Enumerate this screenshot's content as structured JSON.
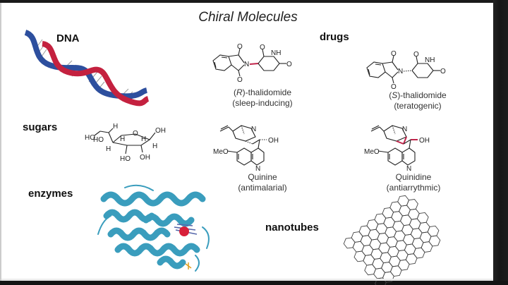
{
  "slide": {
    "title": "Chiral Molecules",
    "sections": {
      "dna": {
        "label": "DNA",
        "colors": {
          "strand_a": "#2d4f9e",
          "strand_b": "#c4213f"
        }
      },
      "drugs": {
        "label": "drugs"
      },
      "sugars": {
        "label": "sugars",
        "atoms": [
          "HO",
          "HO",
          "H",
          "O",
          "OH",
          "H",
          "H",
          "H",
          "HO",
          "OH",
          "H"
        ]
      },
      "enzymes": {
        "label": "enzymes",
        "colors": {
          "ribbon": "#3a9dbd",
          "heme": "#d8203a"
        }
      },
      "nanotubes": {
        "label": "nanotubes"
      }
    },
    "molecules": [
      {
        "id": "r-thalidomide",
        "name_prefix": "(",
        "stereo": "R",
        "name_suffix": ")-thalidomide",
        "note": "(sleep-inducing)",
        "atoms": {
          "o_top": "O",
          "o_bottom": "O",
          "n": "N",
          "nh": "NH",
          "o_ring": "O",
          "o_right": "O"
        }
      },
      {
        "id": "s-thalidomide",
        "name_prefix": "(",
        "stereo": "S",
        "name_suffix": ")-thalidomide",
        "note": "(teratogenic)",
        "atoms": {
          "o_top": "O",
          "o_bottom": "O",
          "n": "N",
          "nh": "NH",
          "o_ring": "O",
          "o_right": "O"
        }
      },
      {
        "id": "quinine",
        "name": "Quinine",
        "note": "(antimalarial)",
        "atoms": {
          "n_bridge": "N",
          "oh": "OH",
          "meo": "MeO",
          "n_ring": "N"
        }
      },
      {
        "id": "quinidine",
        "name": "Quinidine",
        "note": "(antiarrythmic)",
        "atoms": {
          "n_bridge": "N",
          "oh": "OH",
          "meo": "MeO",
          "n_ring": "N"
        }
      }
    ],
    "highlight_color": "#c0244a"
  }
}
